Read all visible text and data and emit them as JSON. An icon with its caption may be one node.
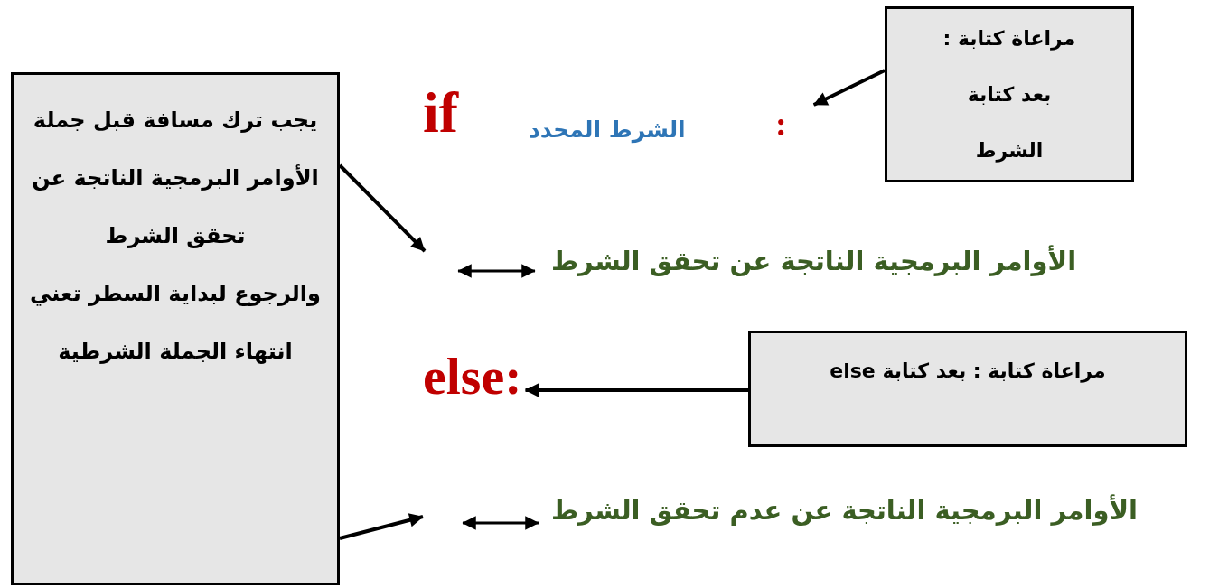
{
  "diagram": {
    "nodes": [
      {
        "text": [
          "يجب ترك مسافة قبل جملة الأوامر البرمجية الناتجة عن تحقق الشرط",
          "والرجوع لبداية السطر تعني انتهاء الجملة الشرطية"
        ]
      },
      {
        "text": [
          "مراعاة كتابة : بعد كتابة الشرط"
        ]
      },
      {
        "text": [
          "if"
        ]
      },
      {
        "text": [
          "الشرط المحدد"
        ]
      },
      {
        "text": [
          ":"
        ]
      },
      {
        "text": [
          "الأوامر البرمجية الناتجة عن تحقق الشرط"
        ]
      },
      {
        "text": [
          "مراعاة كتابة : بعد كتابة else"
        ]
      },
      {
        "text": [
          "else:"
        ]
      },
      {
        "text": [
          "الأوامر البرمجية الناتجة عن عدم تحقق الشرط"
        ]
      }
    ],
    "edges": [
      {
        "from": 1,
        "to": 4,
        "arrow": "to"
      },
      {
        "from": 0,
        "to": null,
        "arrow": "to"
      },
      {
        "from": 6,
        "to": 7,
        "arrow": "to"
      },
      {
        "from": 0,
        "to": null,
        "arrow": "to"
      }
    ]
  }
}
